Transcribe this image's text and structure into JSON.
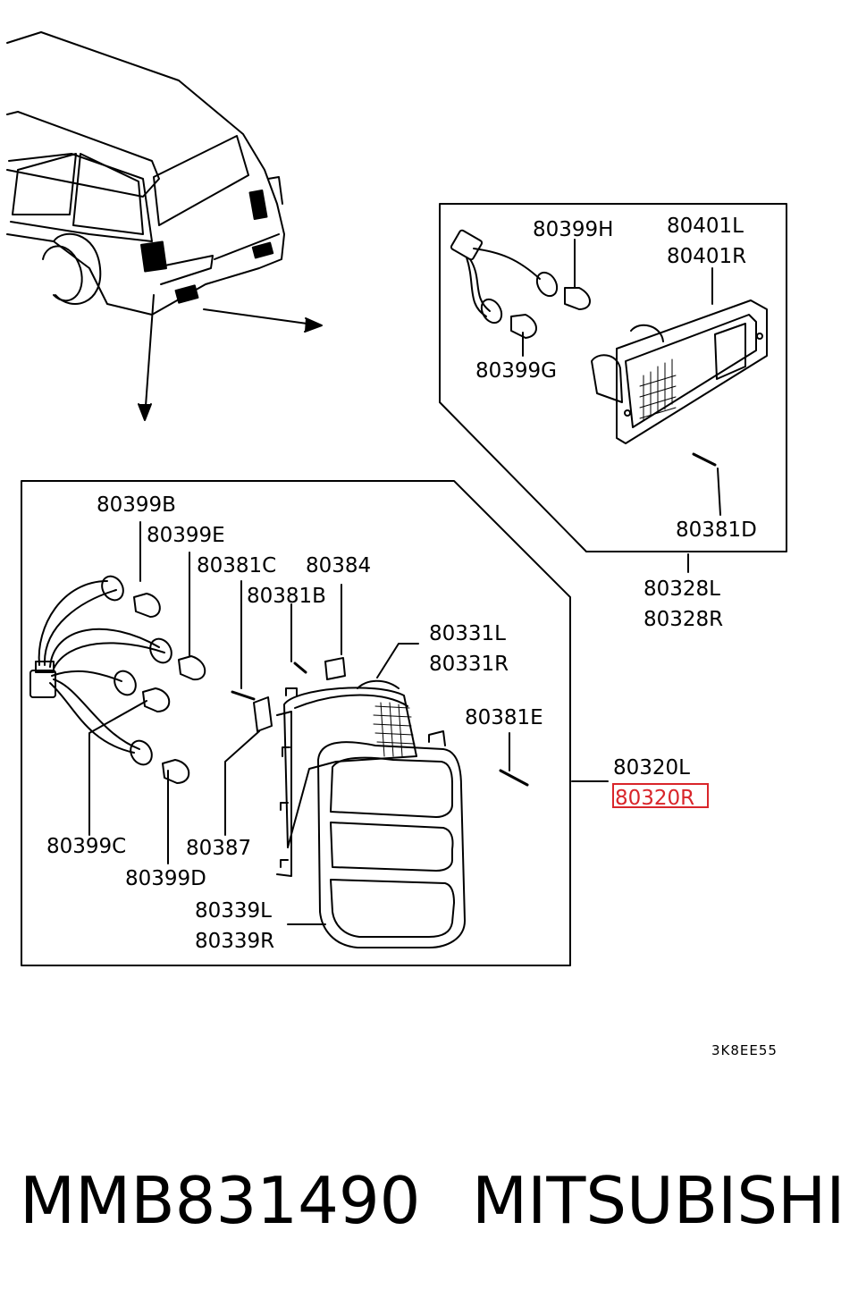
{
  "diagram": {
    "callouts": {
      "p80399H": "80399H",
      "p80401L": "80401L",
      "p80401R": "80401R",
      "p80399G": "80399G",
      "p80381D": "80381D",
      "p80328L": "80328L",
      "p80328R": "80328R",
      "p80399B": "80399B",
      "p80399E": "80399E",
      "p80381C": "80381C",
      "p80384": "80384",
      "p80381B": "80381B",
      "p80331L": "80331L",
      "p80331R": "80331R",
      "p80381E": "80381E",
      "p80320L": "80320L",
      "p80320R": "80320R",
      "p80399C": "80399C",
      "p80387": "80387",
      "p80399D": "80399D",
      "p80339L": "80339L",
      "p80339R": "80339R"
    },
    "highlighted_part": "80320R",
    "highlight_color": "#d9252a",
    "diagram_code": "3K8EE55"
  },
  "footer": {
    "part_number": "MMB831490",
    "brand": "MITSUBISHI"
  }
}
